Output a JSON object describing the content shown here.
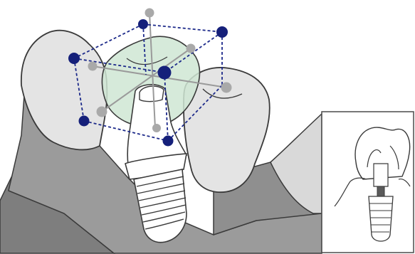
{
  "figure": {
    "subject": "dental-implant-crown-placement",
    "colors": {
      "outline": "#3a3a3a",
      "gum": "#9b9b9b",
      "gum_dark": "#7e7e7e",
      "tooth_fill": "#e4e4e4",
      "crown_fill": "#cfe6d4",
      "implant_fill": "#ffffff",
      "box_line": "#1d2a8a",
      "vertex_blue": "#15207a",
      "vertex_grey": "#a9a9a9",
      "axis_line": "#9a9a9a"
    },
    "icons": [
      "bounding-box-vertices",
      "coordinate-axes",
      "implant-screw",
      "inset-cross-section"
    ]
  }
}
